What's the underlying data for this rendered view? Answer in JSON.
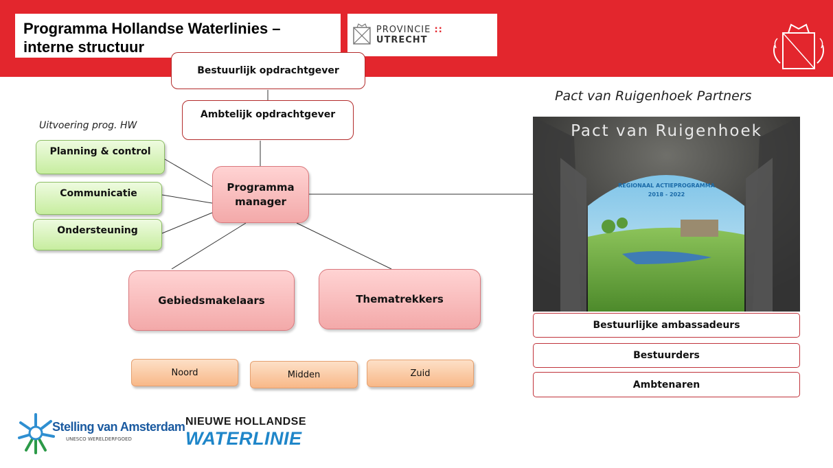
{
  "header": {
    "title_line1": "Programma Hollandse Waterlinies –",
    "title_line2": "interne structuur",
    "province_name": "PROVINCIE",
    "province_dots": "::",
    "province_city": "UTRECHT",
    "brand_color": "#e3262d"
  },
  "org": {
    "bestuurlijk": "Bestuurlijk opdrachtgever",
    "ambtelijk": "Ambtelijk opdrachtgever",
    "uitvoering_label": "Uitvoering prog. HW",
    "support": [
      "Planning & control",
      "Communicatie",
      "Ondersteuning"
    ],
    "manager_line1": "Programma",
    "manager_line2": "manager",
    "teams": [
      "Gebiedsmakelaars",
      "Thematrekkers"
    ],
    "regions": [
      "Noord",
      "Midden",
      "Zuid"
    ]
  },
  "pact": {
    "heading": "Pact van Ruigenhoek Partners",
    "cover_title": "Pact van Ruigenhoek",
    "cover_subtitle": "REGIONAAL ACTIEPROGRAMMA",
    "cover_years": "2018 - 2022",
    "partners": [
      "Bestuurlijke ambassadeurs",
      "Bestuurders",
      "Ambtenaren"
    ]
  },
  "footer": {
    "stelling_name": "Stelling van Amsterdam",
    "stelling_sub": "UNESCO WERELDERFGOED",
    "nhw_line1": "NIEUWE HOLLANDSE",
    "nhw_line2": "WATERLINIE"
  },
  "colors": {
    "green_box": "#c7ed9f",
    "pink_box": "#f3a9a9",
    "orange_box": "#f8b888",
    "box_border_red": "#b22a2a"
  }
}
